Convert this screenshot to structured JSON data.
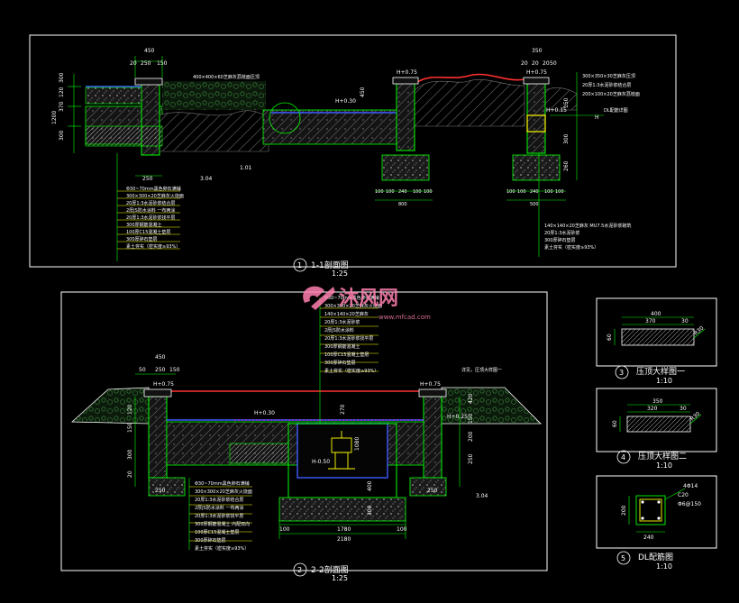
{
  "drawing_1": {
    "number": "1",
    "title": "1-1剖面图",
    "scale": "1:25",
    "left_top_dims": [
      "450",
      "150",
      "20",
      "250"
    ],
    "left_vertical_dims": [
      "300",
      "120",
      "370",
      "1200",
      "300"
    ],
    "left_coping_note": "400×400×60芝麻灰荔枝面压顶",
    "left_detail_tag": "1.01",
    "left_detail_tag_2": "3.04",
    "left_bottom_dim": "250",
    "elev_left": "H+0.75",
    "elev_mid": "H+0.30",
    "mid_dim": "450",
    "right_top_dims": [
      "350",
      "20",
      "20",
      "20",
      "50"
    ],
    "elev_right_top": "H+0.75",
    "elev_right_mid": "H+0.15",
    "elev_right": "H",
    "right_vertical_dims": [
      "150",
      "300",
      "260"
    ],
    "bottom_dims_a": [
      "100",
      "100",
      "240",
      "100",
      "100"
    ],
    "bottom_dim_a_total": "800",
    "bottom_dims_b": [
      "100",
      "100",
      "240",
      "100",
      "100"
    ],
    "bottom_dim_b_total": "500",
    "right_label_1": "300×350×30芝麻灰压顶",
    "right_label_2": "20厚1:3水泥砂浆结合层",
    "right_label_3": "200×100×20芝麻灰荔枝面",
    "right_label_4": "DL配筋详图",
    "left_layers": [
      "Φ30~70mm黑色卵石满铺",
      "300×300×20芝麻灰火烧面",
      "20厚1:3水泥砂浆结合层",
      "2厚JS防水涂料 一布两涂",
      "20厚1:3水泥砂浆找平层",
      "300厚钢筋混凝土",
      "100厚C15混凝土垫层",
      "300厚碎石垫层",
      "素土夯实（密实度≥93%）"
    ],
    "right_layers": [
      "140×140×20芝麻灰 MU7.5水泥砂浆砌筑",
      "20厚1:3水泥砂浆",
      "300厚碎石垫层",
      "素土夯实（密实度≥93%）"
    ]
  },
  "drawing_2": {
    "number": "2",
    "title": "2-2剖面图",
    "scale": "1:25",
    "top_dims": [
      "450",
      "50",
      "250",
      "150"
    ],
    "elev_top_left": "H+0.75",
    "elev_top_right": "H+0.75",
    "elev_water": "H+0.30",
    "elev_right": "H+0.25",
    "elev_bottom": "H-0.50",
    "left_vertical_dims": [
      "120",
      "150",
      "300",
      "20"
    ],
    "mid_vertical_dims": [
      "270",
      "1080",
      "400",
      "300"
    ],
    "right_vertical_dims": [
      "420",
      "150",
      "200",
      "250"
    ],
    "left_bottom_dim": "250",
    "right_bottom_dim": "250",
    "bottom_dims": [
      "100",
      "1780",
      "100"
    ],
    "bottom_total": "2180",
    "detail_tag": "3.04",
    "right_note": "详见，压顶大样图一",
    "top_layers": [
      "Φ30~70mm黑色卵石满铺",
      "300×300×20芝麻灰火烧面",
      "140×140×20芝麻灰",
      "20厚1:3水泥砂浆",
      "2厚JS防水涂料",
      "20厚1:3水泥砂浆找平层",
      "300厚钢筋混凝土",
      "100厚C15混凝土垫层",
      "300厚碎石垫层",
      "素土夯实（密实度≥93%）"
    ],
    "bottom_layers": [
      "Φ30~70mm黑色卵石满铺",
      "300×300×20芝麻灰火烧面",
      "20厚1:3水泥砂浆结合层",
      "2厚JS防水涂料 一布两涂",
      "20厚1:3水泥砂浆找平层",
      "300厚钢筋混凝土 内配双向",
      "100厚C15混凝土垫层",
      "300厚碎石垫层",
      "素土夯实（密实度≥93%）"
    ]
  },
  "drawing_3": {
    "number": "3",
    "title": "压顶大样图一",
    "scale": "1:10",
    "dim_total": "400",
    "dim_a": "370",
    "dim_b": "30",
    "dim_h": "60",
    "dim_r": "R30"
  },
  "drawing_4": {
    "number": "4",
    "title": "压顶大样图二",
    "scale": "1:10",
    "dim_total": "350",
    "dim_a": "320",
    "dim_b": "30",
    "dim_h": "60",
    "dim_r": "R30"
  },
  "drawing_5": {
    "number": "5",
    "title": "DL配筋图",
    "scale": "1:10",
    "dim_w": "240",
    "dim_h": "200",
    "note_1": "4Φ14",
    "note_2": "C20",
    "note_3": "Φ6@150"
  },
  "watermark": {
    "text": "沐风网",
    "url": "www.mfcad.com"
  },
  "colors": {
    "background": "#000000",
    "frame": "#ffffff",
    "line_green": "#00ff00",
    "line_yellow": "#ffff00",
    "line_cyan": "#00ffff",
    "line_red": "#ff3030",
    "line_blue": "#3c5cff",
    "line_magenta": "#ff33ff",
    "text_white": "#ffffff",
    "watermark": "#ff7fb0"
  }
}
